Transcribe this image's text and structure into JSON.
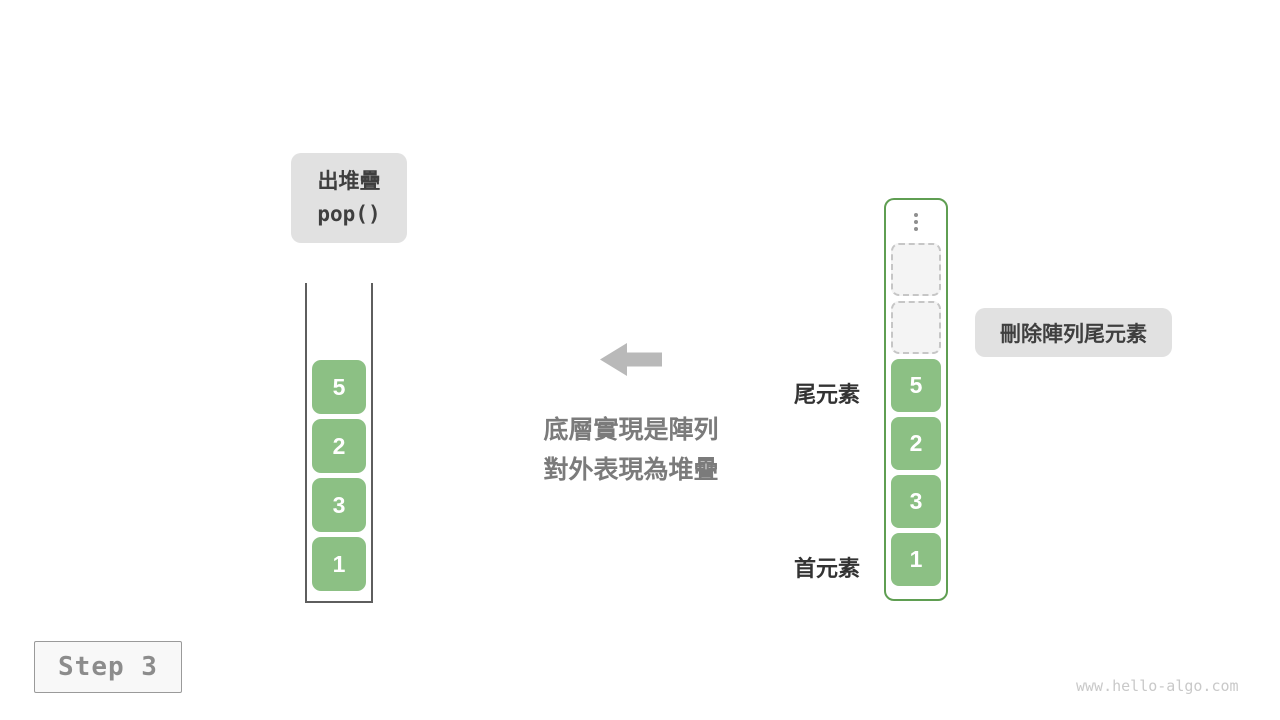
{
  "pop_label": {
    "line1": "出堆疊",
    "line2": "pop()"
  },
  "left_stack": {
    "cells": [
      "5",
      "2",
      "3",
      "1"
    ]
  },
  "center_text": {
    "line1": "底層實現是陣列",
    "line2": "對外表現為堆疊"
  },
  "right_stack": {
    "cells": [
      "5",
      "2",
      "3",
      "1"
    ],
    "empty_slot_count": 2
  },
  "labels": {
    "tail_element": "尾元素",
    "head_element": "首元素",
    "action": "刪除陣列尾元素"
  },
  "step": {
    "label": "Step 3"
  },
  "watermark": "www.hello-algo.com",
  "icons": {
    "arrow": "left-arrow",
    "ellipsis": "vertical-ellipsis"
  },
  "colors": {
    "cell_green": "#8cc084",
    "container_green": "#5f9e52",
    "label_bg": "#e1e1e1",
    "arrow_gray": "#b9b9b9",
    "muted_text": "#7b7b7b",
    "dark_text": "#3f3f3f",
    "dashed_border": "#c6c6c6",
    "empty_fill": "#f4f4f4",
    "watermark_gray": "#c9c9c9"
  }
}
